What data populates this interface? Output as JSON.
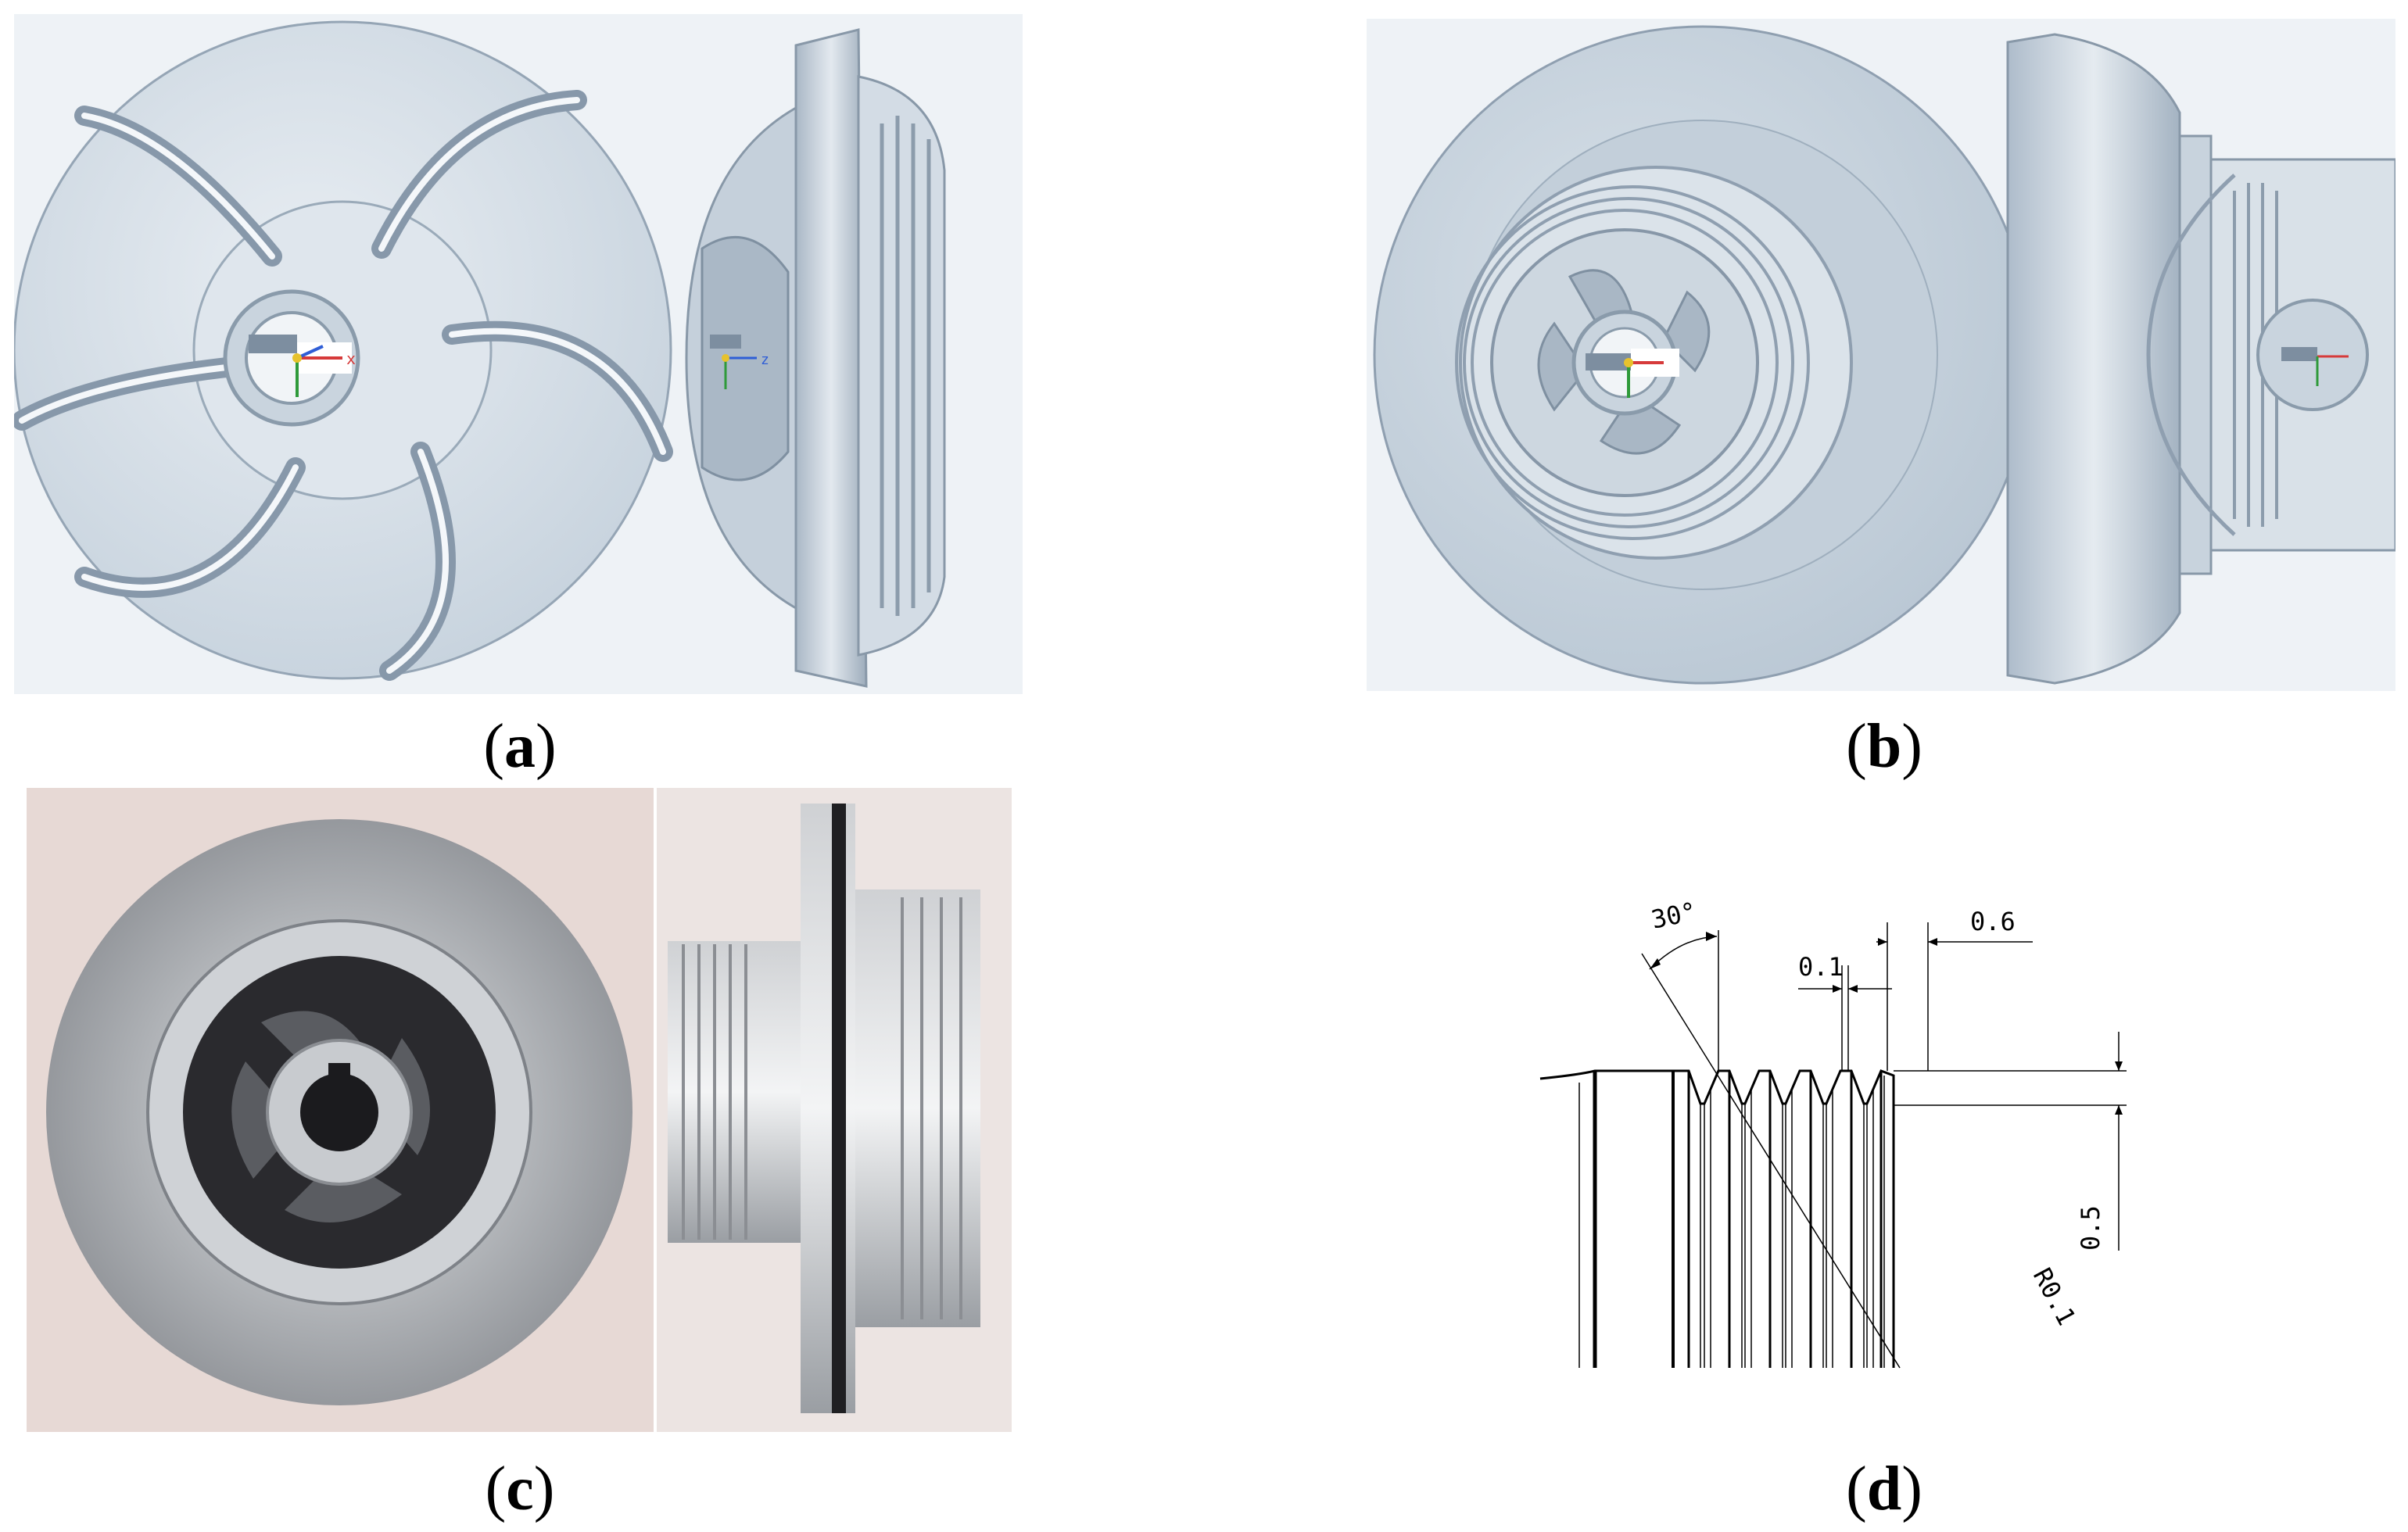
{
  "panels": [
    {
      "id": "a",
      "caption_open": "(",
      "letter": "a",
      "caption_close": ")"
    },
    {
      "id": "b",
      "caption_open": "(",
      "letter": "b",
      "caption_close": ")"
    },
    {
      "id": "c",
      "caption_open": "(",
      "letter": "c",
      "caption_close": ")"
    },
    {
      "id": "d",
      "caption_open": "(",
      "letter": "d",
      "caption_close": ")"
    }
  ],
  "cad_axes": {
    "x": "x",
    "z": "z"
  },
  "drawing": {
    "angle": "30°",
    "dim_pitch_small": "0.1",
    "dim_pitch": "0.6",
    "dim_depth": "0.5",
    "dim_radius": "R0.1"
  },
  "colors": {
    "cad_metal": "#cbd6e0",
    "cad_shadow": "#8f9fb0",
    "cad_bg": "#eef2f6",
    "photo_bg": "#e7d9d5",
    "photo_metal": "#b8bbbf",
    "photo_dark": "#2a2a2e"
  }
}
